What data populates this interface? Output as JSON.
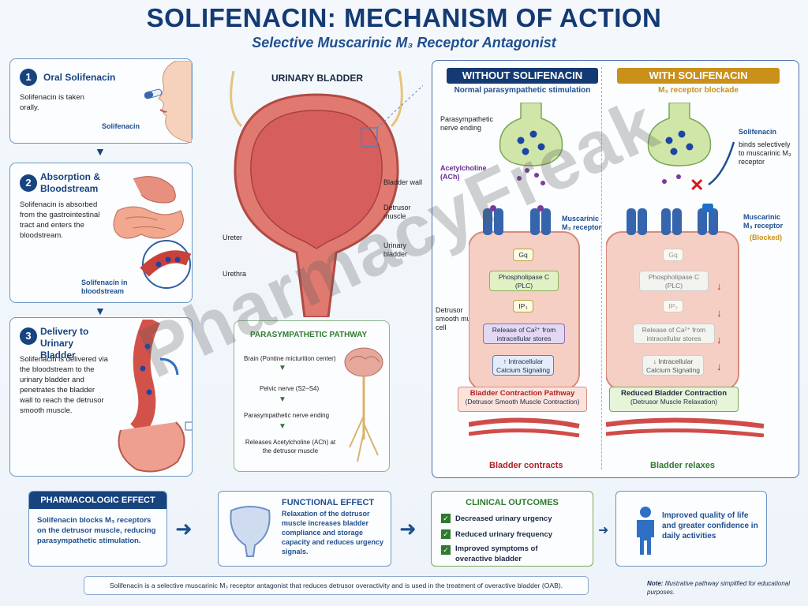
{
  "header": {
    "title": "SOLIFENACIN: MECHANISM OF ACTION",
    "subtitle": "Selective Muscarinic M₃ Receptor Antagonist"
  },
  "steps": [
    {
      "num": "1",
      "title": "Oral Solifenacin",
      "text": "Solifenacin is taken orally.",
      "tag": "Solifenacin"
    },
    {
      "num": "2",
      "title": "Absorption & Bloodstream",
      "text": "Solifenacin is absorbed from the gastrointestinal tract and enters the bloodstream.",
      "tag": "Solifenacin in bloodstream"
    },
    {
      "num": "3",
      "title": "Delivery to Urinary Bladder",
      "text": "Solifenacin is delivered via the bloodstream to the urinary bladder and penetrates the bladder wall to reach the detrusor smooth muscle."
    }
  ],
  "bladder": {
    "title": "URINARY BLADDER",
    "labels": [
      "Bladder wall",
      "Detrusor muscle",
      "Urinary bladder",
      "Ureter",
      "Urethra"
    ]
  },
  "pathway": {
    "title": "PARASYMPATHETIC PATHWAY",
    "items": [
      "Brain (Pontine micturition center)",
      "Pelvic nerve (S2–S4)",
      "Parasympathetic nerve ending",
      "Releases Acetylcholine (ACh) at the detrusor muscle"
    ]
  },
  "without": {
    "header": "WITHOUT SOLIFENACIN",
    "sub": "Normal parasympathetic stimulation",
    "nerve_label": "Parasympathetic nerve ending",
    "ach_label": "Acetylcholine (ACh)",
    "receptor_label": "Muscarinic M₃ receptor",
    "cell_label": "Detrusor smooth muscle cell",
    "steps": [
      "Gq",
      "Phospholipase C (PLC)",
      "IP₃",
      "Release of Ca²⁺ from intracellular stores",
      "↑ Intracellular Calcium Signaling"
    ],
    "result_title": "Bladder Contraction Pathway",
    "result_sub": "(Detrusor Smooth Muscle Contraction)",
    "outcome": "Bladder contracts"
  },
  "with": {
    "header": "WITH SOLIFENACIN",
    "sub": "M₃ receptor blockade",
    "drug_label": "Solifenacin",
    "drug_desc": "binds selectively to muscarinic M₃ receptor",
    "receptor_label": "Muscarinic M₃ receptor",
    "blocked": "(Blocked)",
    "steps": [
      "Gq",
      "Phospholipase C (PLC)",
      "IP₃",
      "Release of Ca²⁺ from intracellular stores",
      "↓ Intracellular Calcium Signaling"
    ],
    "result_title": "Reduced Bladder Contraction",
    "result_sub": "(Detrusor Muscle Relaxation)",
    "outcome": "Bladder relaxes"
  },
  "bottom": {
    "pharm_title": "PHARMACOLOGIC EFFECT",
    "pharm_text": "Solifenacin blocks M₃ receptors on the detrusor muscle, reducing parasympathetic stimulation.",
    "func_title": "FUNCTIONAL EFFECT",
    "func_text": "Relaxation of the detrusor muscle increases bladder compliance and storage capacity and reduces urgency signals.",
    "clin_title": "CLINICAL OUTCOMES",
    "clin_items": [
      "Decreased urinary urgency",
      "Reduced urinary frequency",
      "Improved symptoms of overactive bladder"
    ],
    "qol_text": "Improved quality of life and greater confidence in daily activities"
  },
  "footer": {
    "summary": "Solifenacin is a selective muscarinic M₃ receptor antagonist that reduces detrusor overactivity and is used in the treatment of overactive bladder (OAB).",
    "note_label": "Note:",
    "note_text": "Illustrative pathway simplified for educational purposes."
  },
  "watermark": "PharmacyFreak",
  "colors": {
    "navy": "#143a73",
    "blue": "#1f4f8f",
    "gold": "#c9901a",
    "green": "#2f7a2f",
    "red": "#b02020"
  }
}
